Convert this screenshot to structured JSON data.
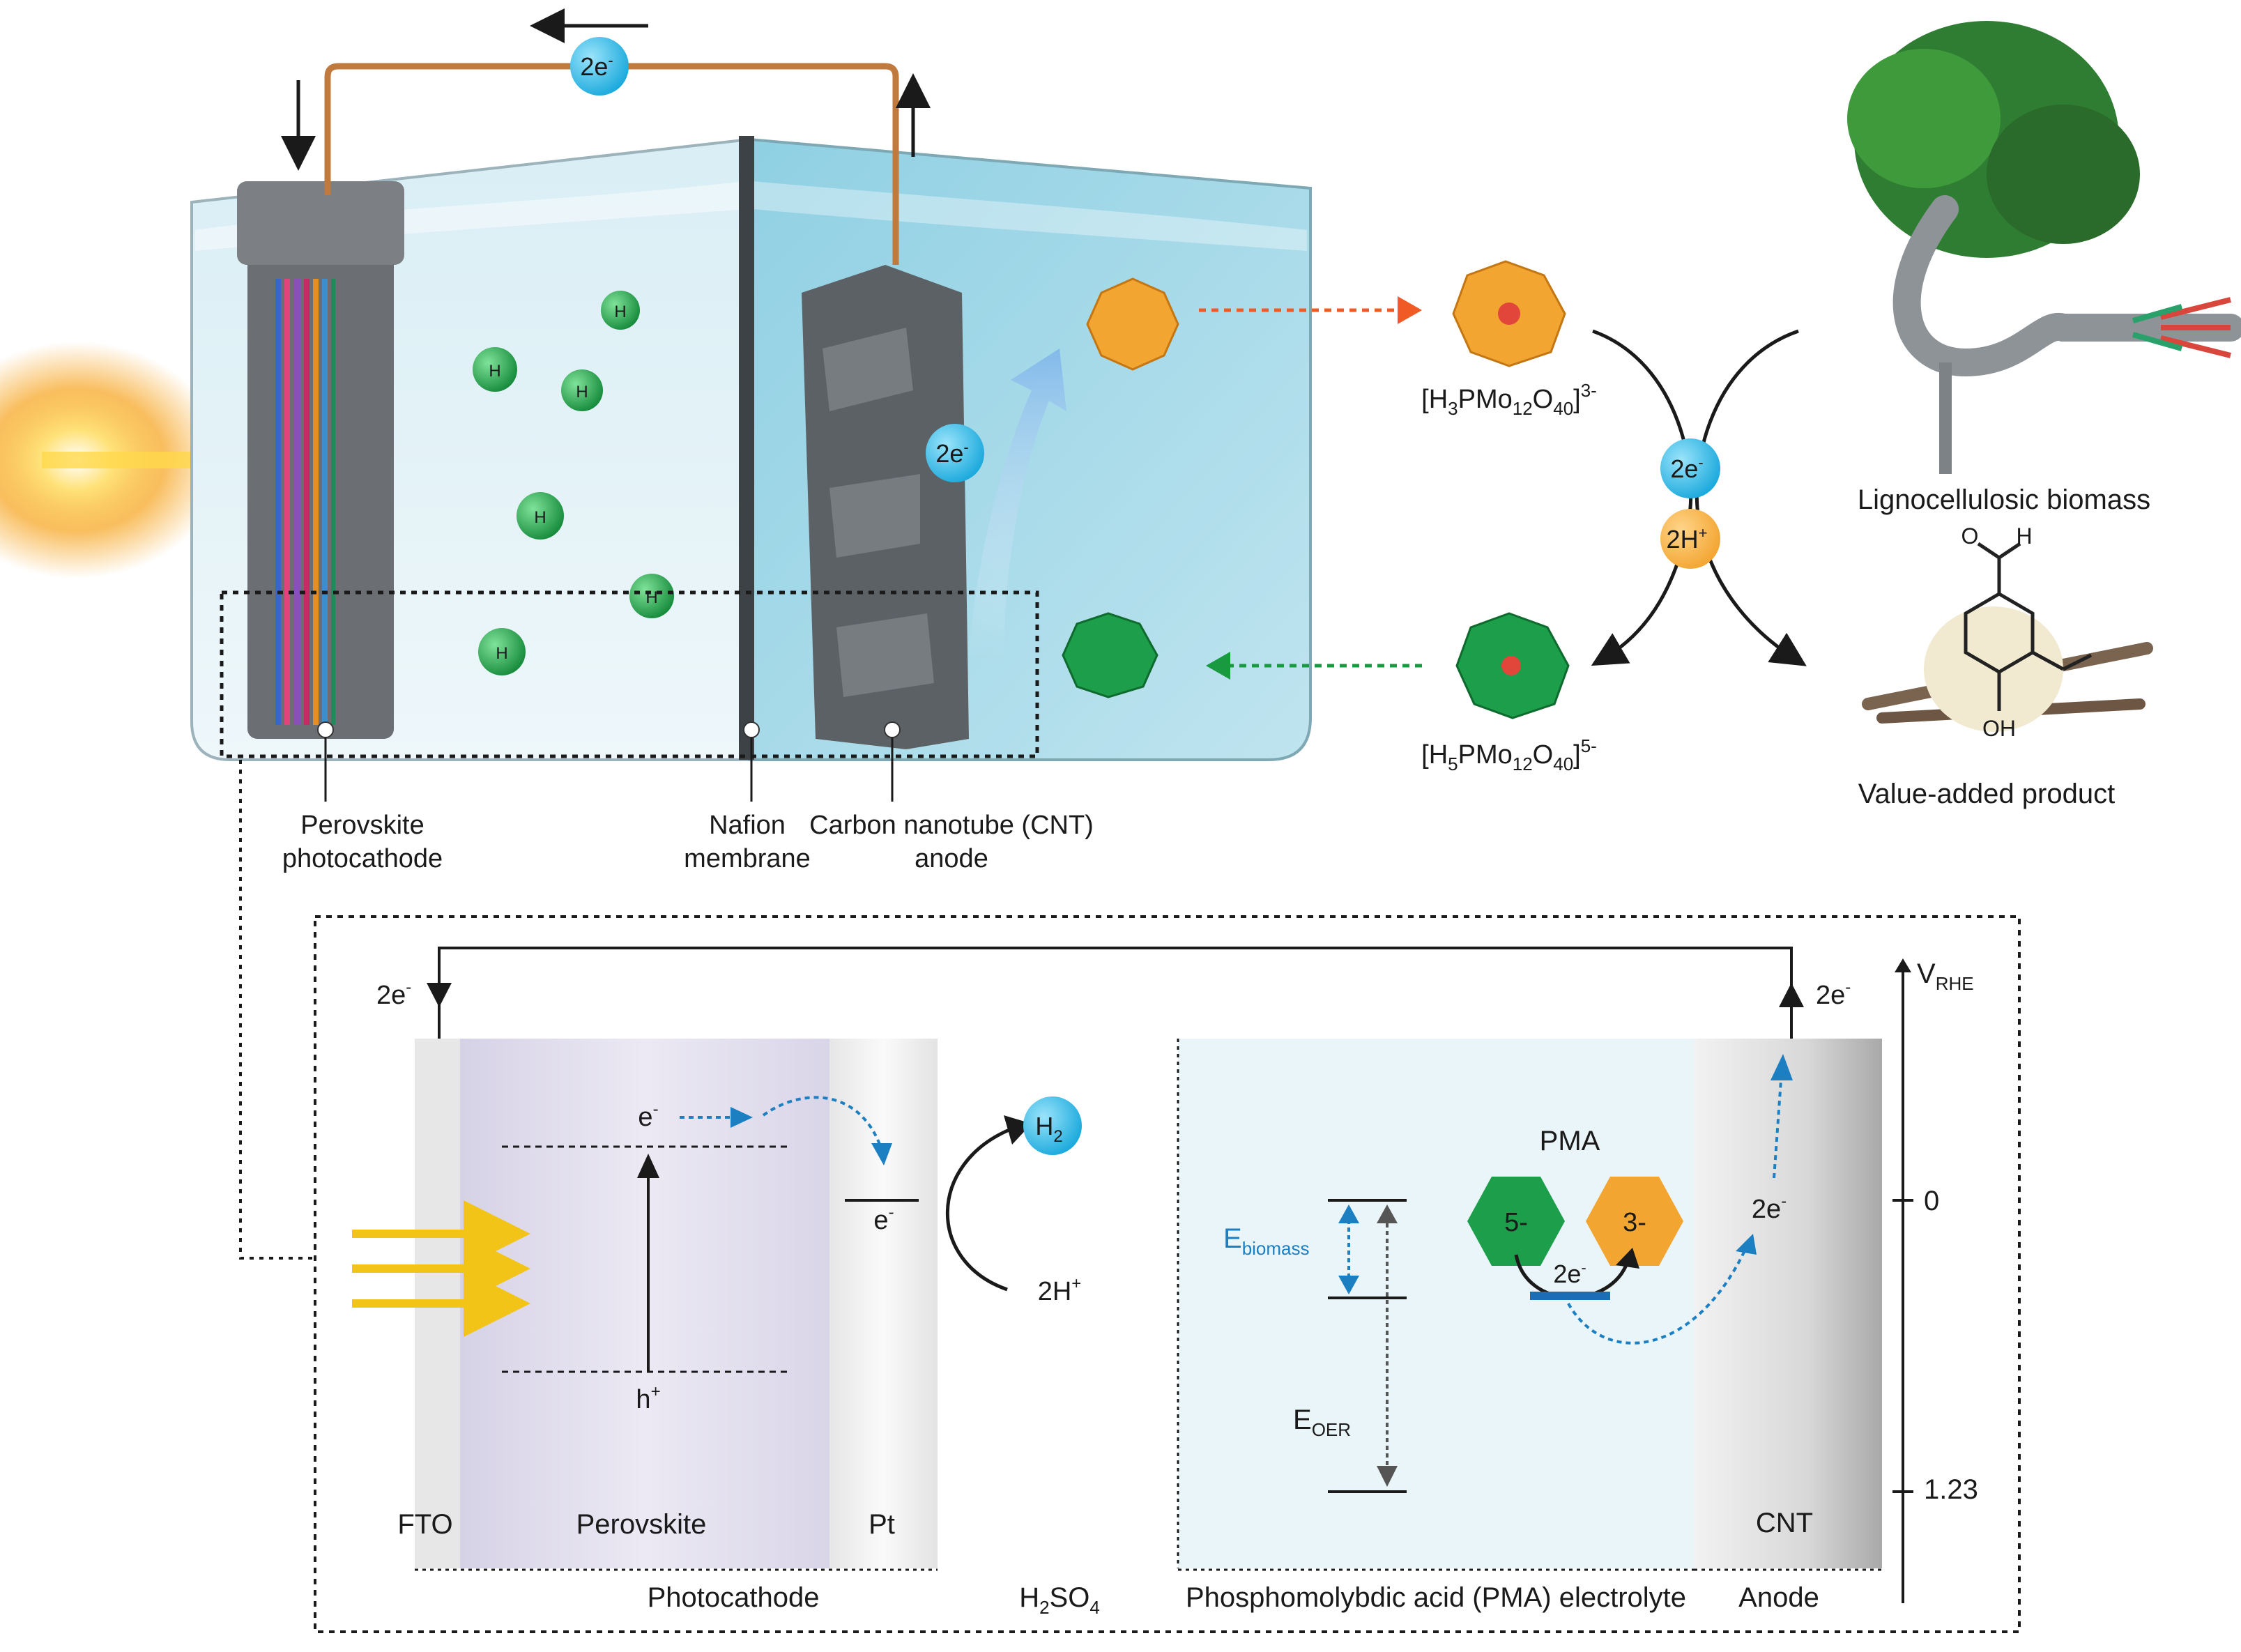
{
  "cell": {
    "electron_circuit": "2e",
    "electron_anode": "2e",
    "photocathode_label_1": "Perovskite",
    "photocathode_label_2": "photocathode",
    "membrane_label_1": "Nafion",
    "membrane_label_2": "membrane",
    "anode_label_1": "Carbon nanotube (CNT)",
    "anode_label_2": "anode",
    "h2_bubble": "H"
  },
  "cycle": {
    "oxidized_pma_main": "[H",
    "oxidized_pma_charge": "3-",
    "reduced_pma_main": "[H",
    "reduced_pma_charge": "5-",
    "electron_badge": "2e",
    "proton_badge": "2H",
    "biomass_label": "Lignocellulosic biomass",
    "product_label": "Value-added product",
    "mol_o": "O",
    "mol_h": "H",
    "mol_oh": "OH"
  },
  "energy_diagram": {
    "e_left": "2e",
    "e_right": "2e",
    "fto": "FTO",
    "perovskite": "Perovskite",
    "pt": "Pt",
    "cnt": "CNT",
    "photocathode": "Photocathode",
    "h2so4": "H",
    "electrolyte": "Phosphomolybdic acid (PMA) electrolyte",
    "anode": "Anode",
    "cb_electron": "e",
    "pt_electron": "e",
    "hole": "h",
    "h2": "H",
    "two_h_plus": "2H",
    "pma": "PMA",
    "pma_5": "5-",
    "pma_3": "3-",
    "pma_transfer": "2e",
    "cnt_electron": "2e",
    "e_biomass": "E",
    "e_biomass_sub": "biomass",
    "e_oer": "E",
    "e_oer_sub": "OER",
    "axis_label": "V",
    "axis_label_sub": "RHE",
    "tick_0": "0",
    "tick_123": "1.23"
  },
  "colors": {
    "electron_blue": "#1aa9dc",
    "proton_orange": "#f3a531",
    "pma_green": "#1c9e4a",
    "arrow_blue": "#1b7fc1",
    "red_arrow": "#f05a24",
    "green_arrow": "#1a9a40"
  }
}
